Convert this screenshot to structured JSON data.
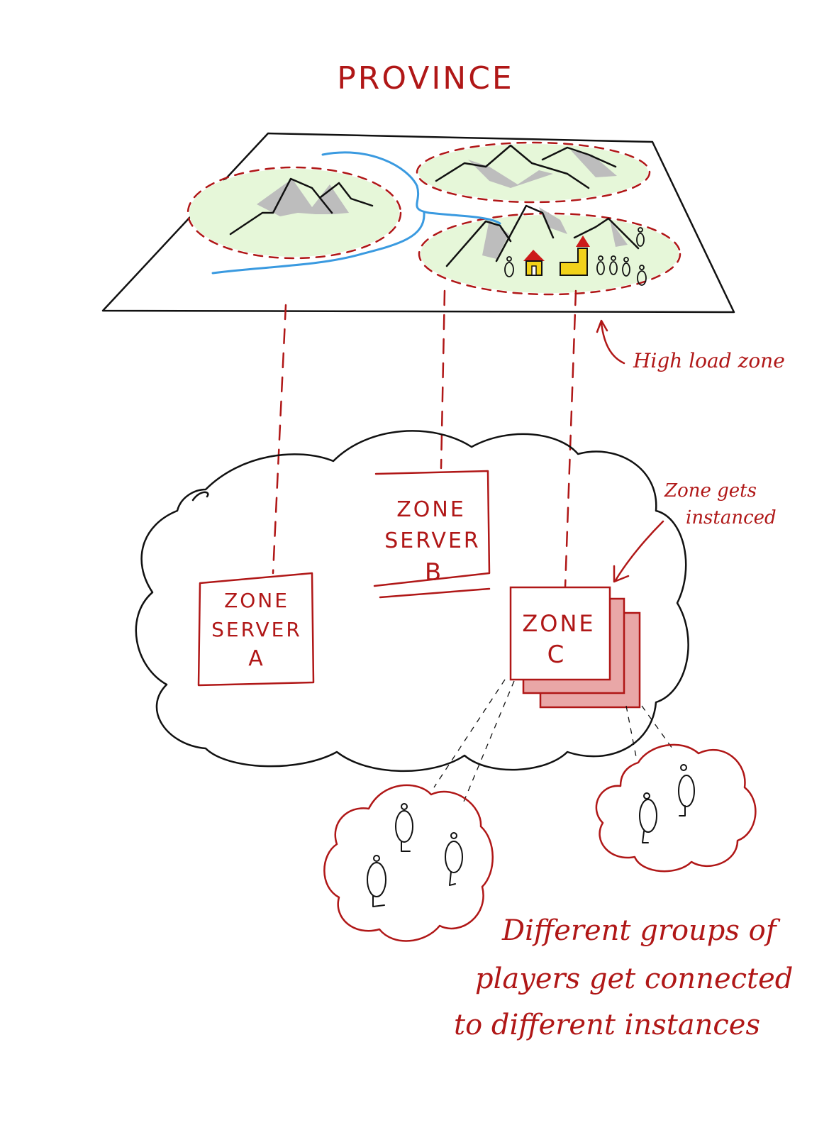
{
  "title": "PROVINCE",
  "annotations": {
    "high_load_zone": "High load zone",
    "zone_instanced_line1": "Zone gets",
    "zone_instanced_line2": "instanced",
    "caption_line1": "Different groups of",
    "caption_line2": "players get connected",
    "caption_line3": "to different instances"
  },
  "servers": {
    "a": {
      "line1": "ZONE",
      "line2": "SERVER",
      "line3": "A"
    },
    "b": {
      "line1": "ZONE",
      "line2": "SERVER",
      "line3": "B"
    },
    "c": {
      "line1": "ZONE",
      "line2": "C"
    }
  },
  "colors": {
    "ink": "#111111",
    "accent_red": "#b01717",
    "instance_fill": "#e9a7a7",
    "meadow_green": "#e6f7d9",
    "river_blue": "#3a9ae0",
    "mountain_gray": "#bdbdbd",
    "building_yellow": "#f2d21a"
  }
}
